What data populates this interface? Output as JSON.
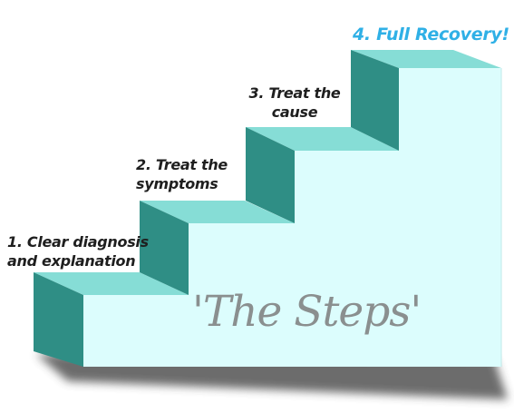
{
  "steps": [
    {
      "lines": [
        "1. Clear diagnosis",
        "and explanation"
      ]
    },
    {
      "lines": [
        "2. Treat the",
        "symptoms"
      ]
    },
    {
      "lines": [
        "3. Treat the",
        "cause"
      ]
    },
    {
      "lines": [
        "4. Full Recovery!"
      ]
    }
  ],
  "title": "'The Steps'",
  "colors": {
    "front_face": "#dcfdfd",
    "top_face": "#86ddd6",
    "side_face": "#2f8e85",
    "shadow": "#3a3a3a",
    "title_text": "#8a8f8f",
    "label_text": "#1f1f1f",
    "final_label": "#2fb0e6"
  }
}
